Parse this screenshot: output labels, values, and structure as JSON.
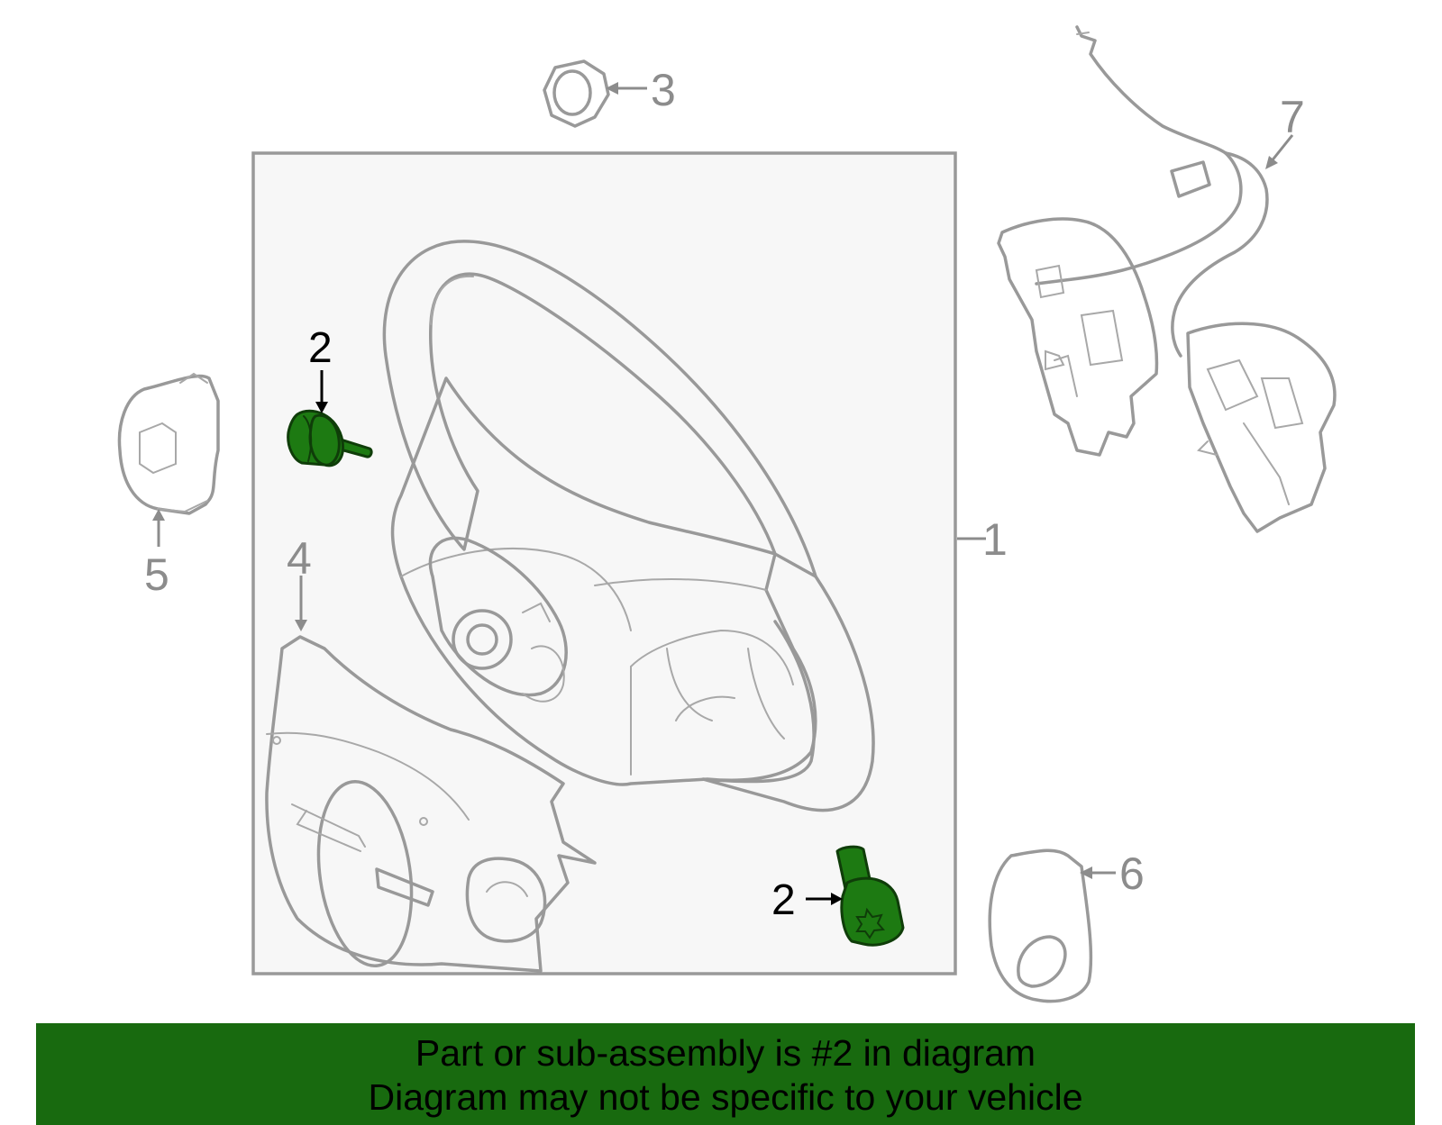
{
  "diagram": {
    "callouts": {
      "c1": "1",
      "c2a": "2",
      "c2b": "2",
      "c3": "3",
      "c4": "4",
      "c5": "5",
      "c6": "6",
      "c7": "7"
    },
    "colors": {
      "highlight": "#1d7a12",
      "banner": "#186a0f",
      "outline": "#999999",
      "frame_fill": "#f7f7f7"
    }
  },
  "banner": {
    "line1": "Part or sub-assembly is #2 in diagram",
    "line2": "Diagram may not be specific to your vehicle"
  }
}
